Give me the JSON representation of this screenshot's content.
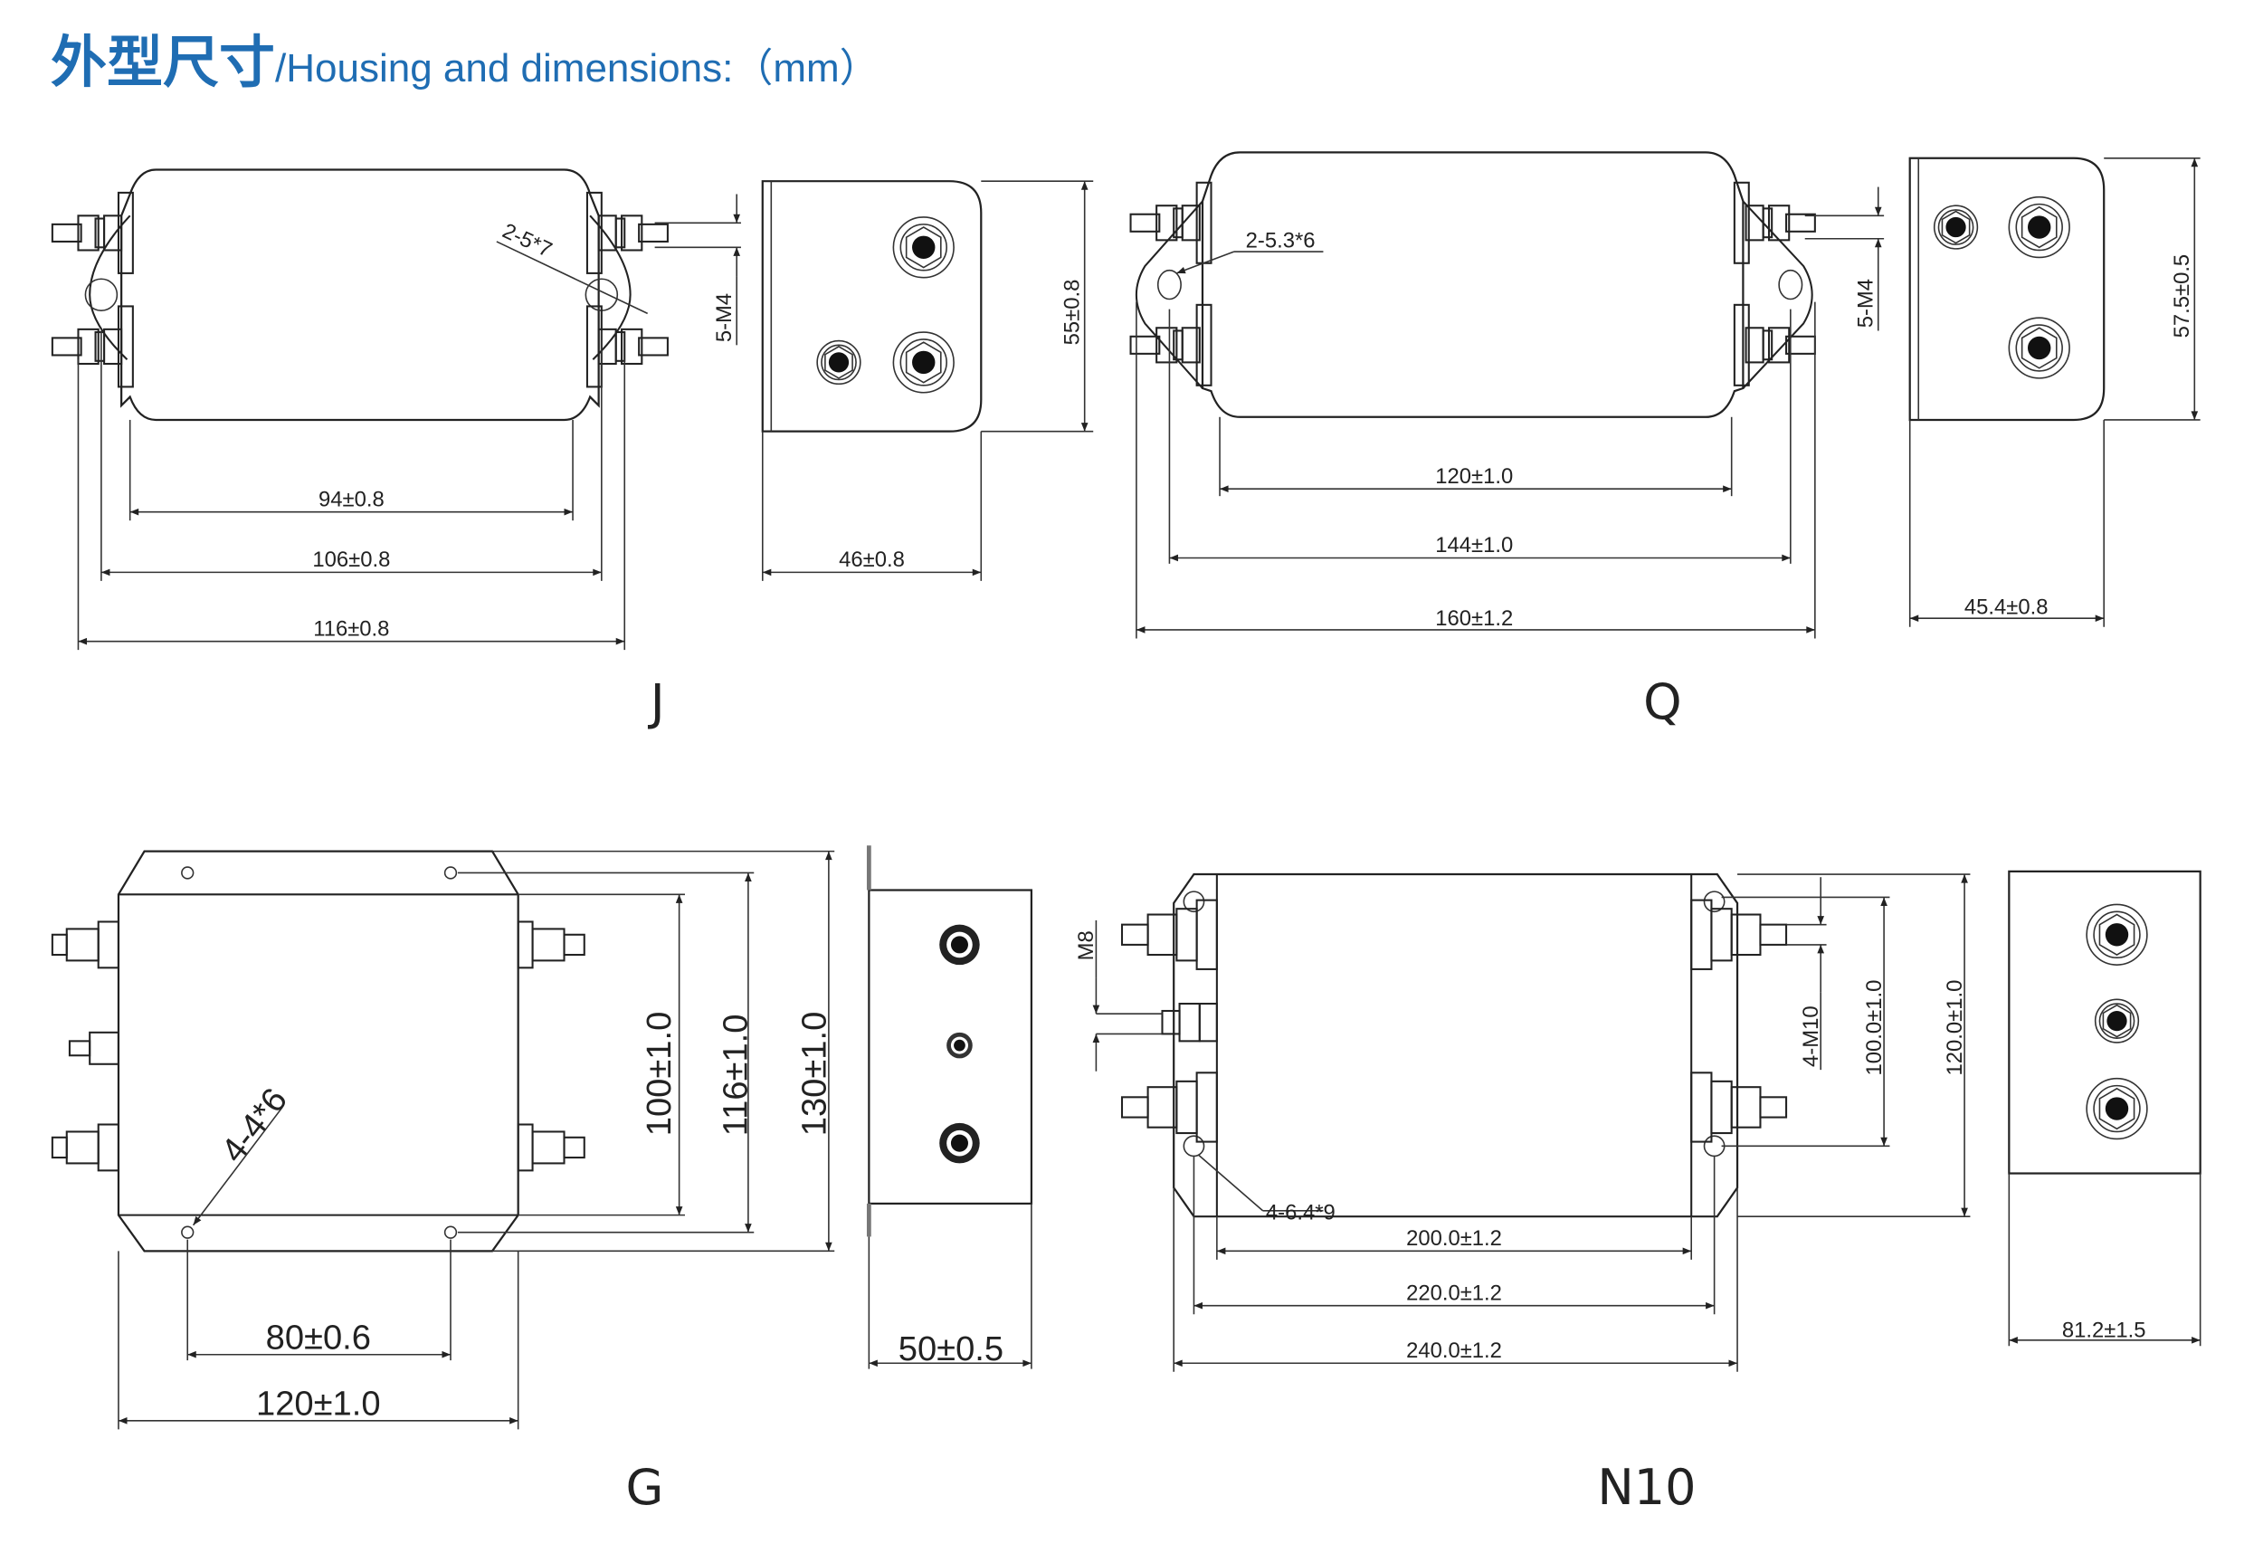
{
  "header": {
    "title_cn": "外型尺寸",
    "separator": "/",
    "title_en": "Housing and dimensions:（mm）",
    "accent_color": "#1f6db3"
  },
  "drawings": {
    "J": {
      "caption": "J",
      "hole_note": "2-5*7",
      "terminal_note": "5-M4",
      "dim_body_width": "94±0.8",
      "dim_mount_pitch": "106±0.8",
      "dim_overall_width": "116±0.8",
      "dim_height": "55±0.8",
      "dim_depth": "46±0.8"
    },
    "Q": {
      "caption": "Q",
      "hole_note": "2-5.3*6",
      "terminal_note": "5-M4",
      "dim_body_width": "120±1.0",
      "dim_mount_pitch": "144±1.0",
      "dim_overall_width": "160±1.2",
      "dim_height": "57.5±0.5",
      "dim_depth": "45.4±0.8"
    },
    "G": {
      "caption": "G",
      "hole_note": "4-4*6",
      "dim_inner_height": "100±1.0",
      "dim_mount_pitch_v": "116±1.0",
      "dim_overall_height": "130±1.0",
      "dim_mount_pitch_h": "80±0.6",
      "dim_overall_width": "120±1.0",
      "dim_depth": "50±0.5"
    },
    "N10": {
      "caption": "N10",
      "hole_note": "4-6.4*9",
      "ground_note": "M8",
      "terminal_note": "4-M10",
      "dim_body_width": "200.0±1.2",
      "dim_mount_pitch": "220.0±1.2",
      "dim_overall_width": "240.0±1.2",
      "dim_mount_pitch_v": "100.0±1.0",
      "dim_overall_height": "120.0±1.0",
      "dim_depth": "81.2±1.5"
    }
  }
}
